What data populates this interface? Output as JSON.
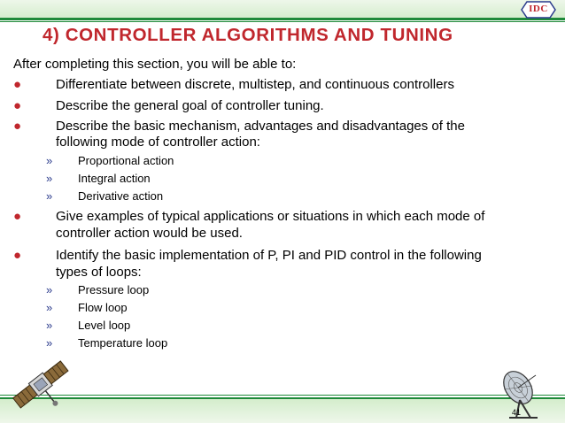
{
  "header": {
    "logo_text": "IDC"
  },
  "title": "4) CONTROLLER ALGORITHMS AND TUNING",
  "intro": "After completing this section, you will be able to:",
  "bullets": [
    {
      "lines": [
        "Differentiate between discrete, multistep, and continuous controllers"
      ]
    },
    {
      "lines": [
        "Describe the general goal of controller tuning."
      ]
    },
    {
      "lines": [
        "Describe the basic mechanism, advantages and disadvantages of the",
        "following mode of controller action:"
      ]
    },
    {
      "lines": [
        "Give examples of typical applications or situations in which each mode of",
        "controller action would be used."
      ]
    },
    {
      "lines": [
        "Identify the basic implementation of P, PI and PID control in the following",
        "types of loops:"
      ]
    }
  ],
  "sub_actions": [
    "Proportional action",
    "Integral action",
    "Derivative action"
  ],
  "sub_loops": [
    "Pressure loop",
    "Flow loop",
    "Level loop",
    "Temperature loop"
  ],
  "symbols": {
    "bullet": "●",
    "chevron": "»"
  },
  "footer": {
    "page_number": "41"
  },
  "icons": [
    "satellite-icon",
    "satellite-dish-icon"
  ],
  "colors": {
    "title": "#c0272d",
    "accent_green": "#1f8a3a",
    "bullet": "#c0272d",
    "chevron": "#2a3a8c"
  }
}
